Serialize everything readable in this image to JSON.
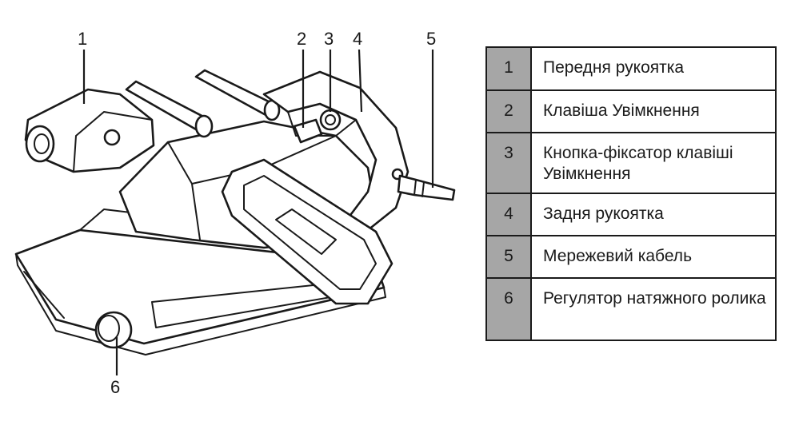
{
  "callouts": [
    "1",
    "2",
    "3",
    "4",
    "5",
    "6"
  ],
  "legend": [
    {
      "num": "1",
      "text": "Передня рукоятка"
    },
    {
      "num": "2",
      "text": "Клавіша Увімкнення"
    },
    {
      "num": "3",
      "text": "Кнопка-фіксатор клавіші Увімкнення"
    },
    {
      "num": "4",
      "text": "Задня рукоятка"
    },
    {
      "num": "5",
      "text": "Мережевий кабель"
    },
    {
      "num": "6",
      "text": "Регулятор натяжного ролика"
    }
  ],
  "colors": {
    "ink": "#1a1a1a",
    "number_cell": "#a6a6a6",
    "background": "#ffffff"
  }
}
